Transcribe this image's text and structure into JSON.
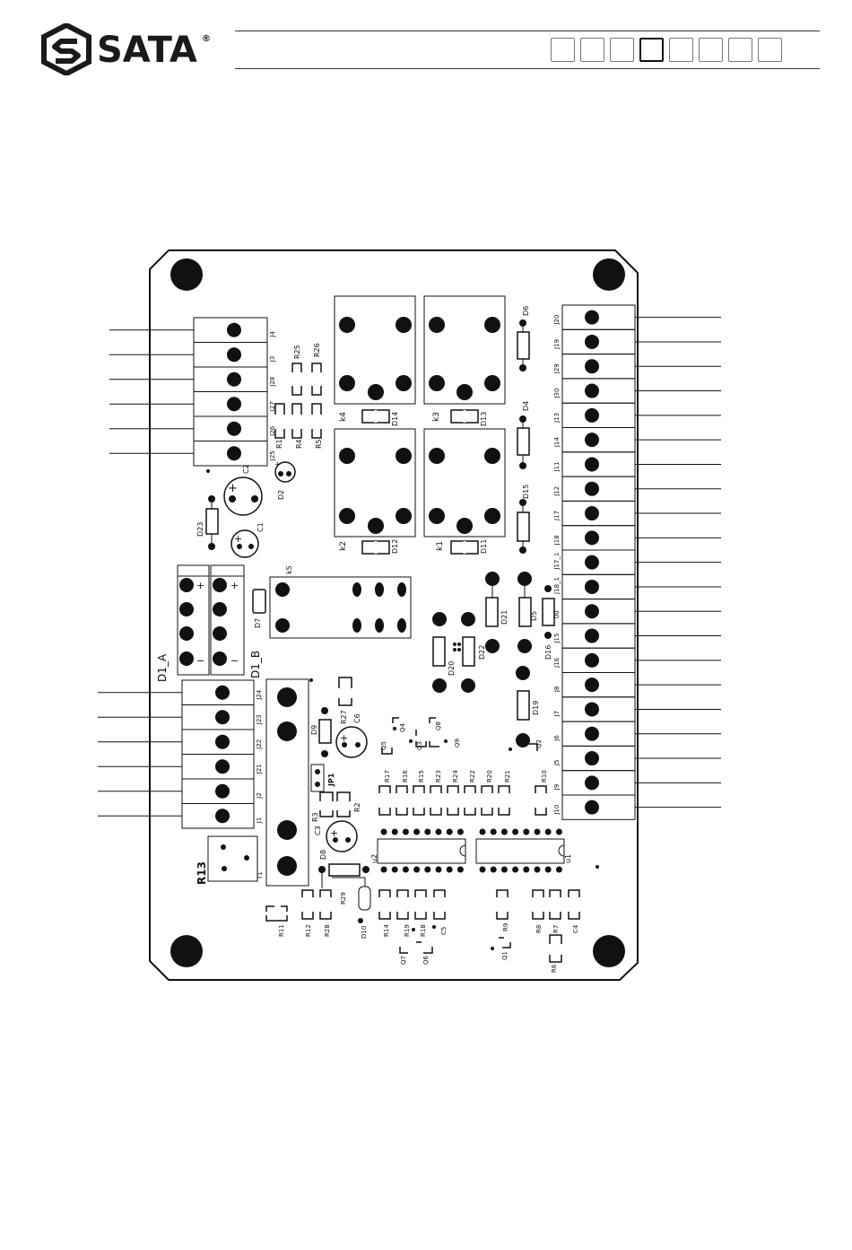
{
  "header": {
    "brand": "SATA",
    "registered": "®",
    "logo_icon": "hexagon-s-logo-icon",
    "nav_boxes": [
      {
        "active": false
      },
      {
        "active": false
      },
      {
        "active": false
      },
      {
        "active": true
      },
      {
        "active": false
      },
      {
        "active": false
      },
      {
        "active": false
      },
      {
        "active": false
      }
    ]
  },
  "board": {
    "left_connector_top": [
      "J4",
      "J3",
      "J28",
      "J27",
      "J26",
      "J25"
    ],
    "left_connector_bottom": [
      "J24",
      "J23",
      "J22",
      "J21",
      "J2",
      "J1"
    ],
    "right_connector": [
      "J20",
      "J19",
      "J29",
      "J30",
      "J13",
      "J14",
      "J11",
      "J12",
      "J17",
      "J18",
      "J17_1",
      "J18_1",
      "00",
      "J15",
      "J16",
      "J8",
      "J7",
      "J6",
      "J5",
      "J9",
      "J10"
    ],
    "relays_top": [
      "k4",
      "k3"
    ],
    "relays_bottom": [
      "k2",
      "k1"
    ],
    "relay_k5": "k5",
    "relay_diodes": [
      "D14",
      "D13",
      "D12",
      "D11"
    ],
    "d1a": "D1_A",
    "d1b": "D1_B",
    "r13": "R13",
    "jp1": "JP1",
    "u1": "u1",
    "u2": "u2",
    "labels": {
      "r25": "R25",
      "r26": "R26",
      "r1": "R1",
      "r4": "R4",
      "r5": "R5",
      "c2": "C2",
      "c1": "C1",
      "d2": "D2",
      "d23": "D23",
      "d7": "D7",
      "d6": "D6",
      "d4": "D4",
      "d15": "D15",
      "d21": "D21",
      "d5": "D5",
      "d16": "D16",
      "d20": "D20",
      "d22": "D22",
      "d19": "D19",
      "d9": "D9",
      "r27": "R27",
      "c6": "C6",
      "d8": "D8",
      "d10": "D10",
      "r3": "R3",
      "r2": "R2",
      "c3": "C3",
      "t1": "T1",
      "q4": "Q4",
      "q5": "Q5",
      "q3": "Q3",
      "q8": "Q8",
      "q9": "Q9",
      "q2": "Q2",
      "r17": "R17",
      "r16": "R16",
      "r15": "R15",
      "r23": "R23",
      "r24": "R24",
      "r22": "R22",
      "r20": "R20",
      "r21": "R21",
      "r10": "R10",
      "r11": "R11",
      "r12": "R12",
      "r28": "R28",
      "r29": "R29",
      "r14": "R14",
      "r19": "R19",
      "r18": "R18",
      "c5": "C5",
      "r9": "R9",
      "r8": "R8",
      "r7": "R7",
      "c4": "C4",
      "r6": "R6",
      "q7": "Q7",
      "q6": "Q6",
      "q1": "Q1",
      "plus": "+",
      "minus": "−"
    }
  }
}
